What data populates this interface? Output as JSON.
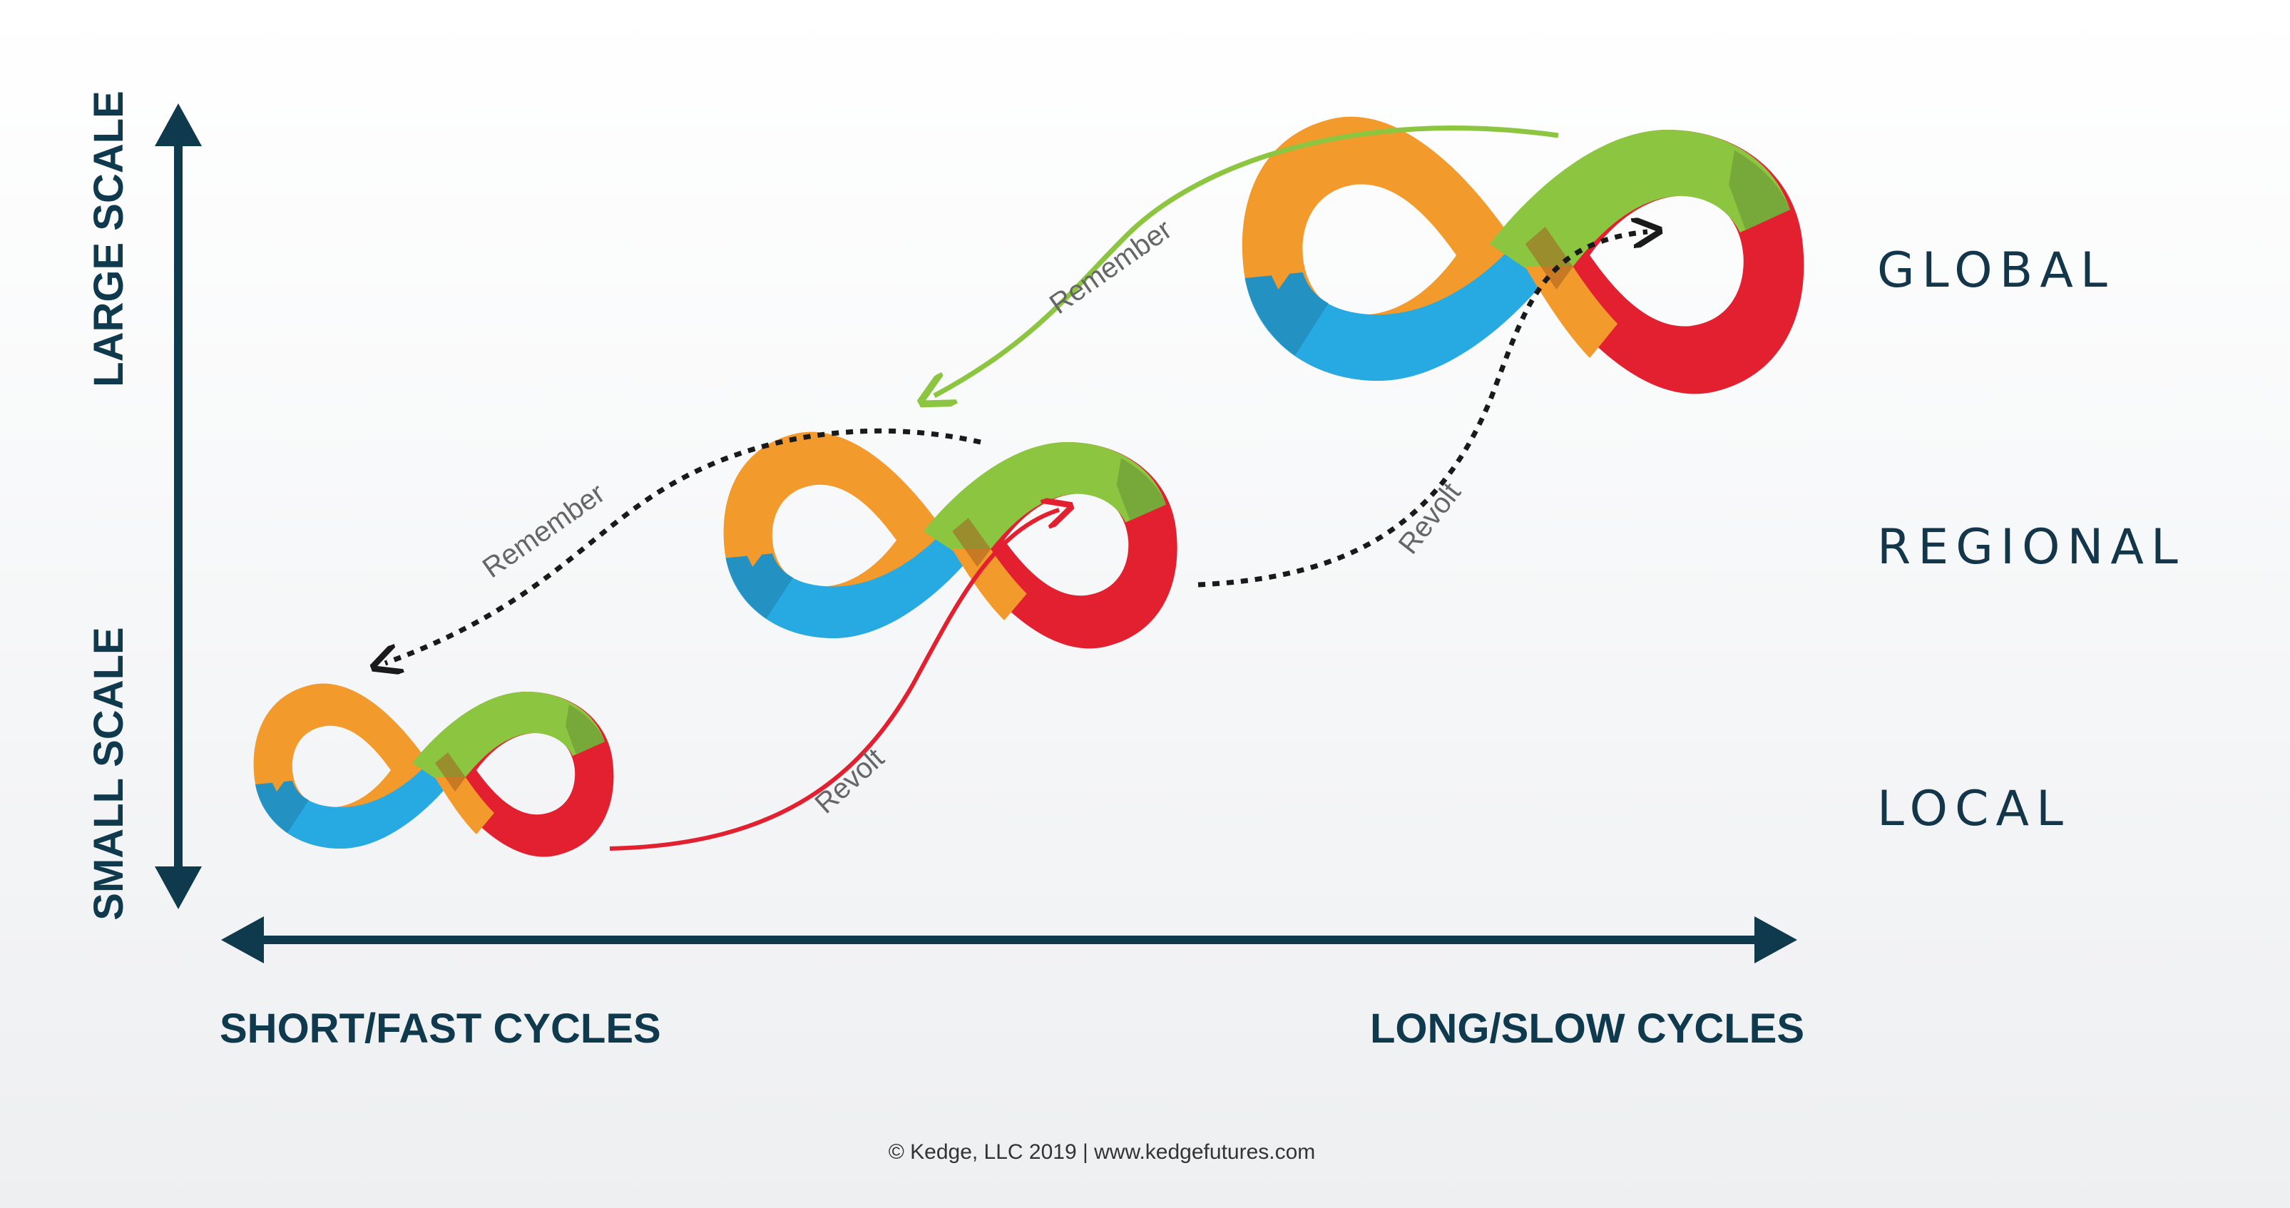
{
  "axes": {
    "vertical_top_label": "LARGE SCALE",
    "vertical_bottom_label": "SMALL SCALE",
    "horizontal_left_label": "SHORT/FAST CYCLES",
    "horizontal_right_label": "LONG/SLOW CYCLES"
  },
  "levels": {
    "global": "GLOBAL",
    "regional": "REGIONAL",
    "local": "LOCAL"
  },
  "arrows": {
    "remember_global_regional": "Remember",
    "remember_regional_local": "Remember",
    "revolt_local_regional": "Revolt",
    "revolt_regional_global": "Revolt"
  },
  "footer": {
    "copyright": "© Kedge, LLC 2019 | www.kedgefutures.com"
  },
  "colors": {
    "axis": "#0f3a4e",
    "orange": "#f39a2c",
    "green": "#8cc540",
    "blue": "#27a9e1",
    "red": "#e3202f",
    "remember_green": "#8cc540",
    "revolt_red": "#e3202f",
    "dotted": "#1a1a1a"
  },
  "icons": {
    "cycle_symbol": "infinity-loop-icon"
  }
}
